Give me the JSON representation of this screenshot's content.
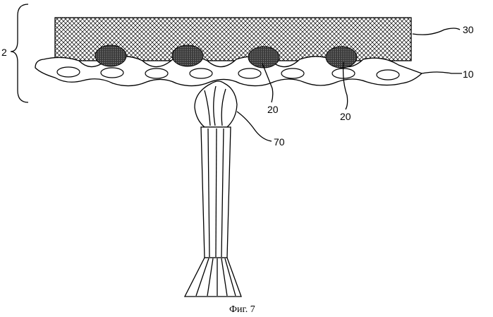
{
  "labels": {
    "ref_2": "2",
    "ref_30": "30",
    "ref_10": "10",
    "ref_20_a": "20",
    "ref_20_b": "20",
    "ref_70": "70"
  },
  "caption": "Фиг. 7"
}
